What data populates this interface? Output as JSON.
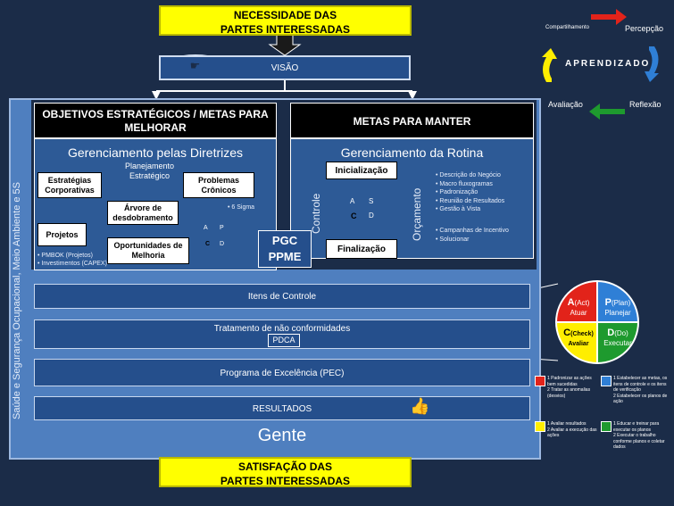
{
  "top_box": {
    "line1": "NECESSIDADE DAS",
    "line2": "PARTES INTERESSADAS"
  },
  "bottom_box": {
    "line1": "SATISFAÇÃO DAS",
    "line2": "PARTES INTERESSADAS"
  },
  "visao": "VISÃO",
  "side_label": "Saúde e Segurança Ocupacional, Meio Ambiente e 5S",
  "left_panel": {
    "title": "OBJETIVOS ESTRATÉGICOS / METAS PARA MELHORAR",
    "subtitle": "Gerenciamento pelas Diretrizes",
    "planejamento": "Planejamento Estratégico",
    "estrategias": "Estratégias Corporativas",
    "problemas": "Problemas Crônicos",
    "arvore": "Árvore de desdobramento",
    "projetos": "Projetos",
    "oportunidades": "Oportunidades de Melhoria",
    "seis_sigma": "• 6 Sigma",
    "pmbok": "• PMBOK (Projetos)",
    "investimentos": "• Investimentos (CAPEX)"
  },
  "right_panel": {
    "title": "METAS PARA MANTER",
    "subtitle": "Gerenciamento da Rotina",
    "inicializacao": "Inicialização",
    "finalizacao": "Finalização",
    "controle": "Controle",
    "orcamento": "Orçamento",
    "list1": [
      "Descrição do Negócio",
      "Macro fluxogramas",
      "Padronização",
      "Reunião de Resultados",
      "Gestão à Vista"
    ],
    "list2": [
      "Campanhas de Incentivo",
      "Solucionar"
    ]
  },
  "pgc": {
    "line1": "PGC",
    "line2": "PPME"
  },
  "bars": {
    "itens": "Itens de Controle",
    "tratamento": "Tratamento de não conformidades",
    "pdca": "PDCA",
    "pec": "Programa de Excelência (PEC)",
    "resultados": "RESULTADOS",
    "gente": "Gente"
  },
  "small_cycle": {
    "a": "A",
    "p": "P",
    "c": "C",
    "d": "D",
    "s": "S"
  },
  "cycle": {
    "compartilhamento": "Compartilhamento",
    "percepcao": "Percepção",
    "aprendizado": "APRENDIZADO",
    "avaliacao": "Avaliação",
    "reflexao": "Reflexão"
  },
  "big_pdca": {
    "a_letter": "A",
    "a_sub": "(Act)",
    "a_word": "Atuar",
    "p_letter": "P",
    "p_sub": "(Plan)",
    "p_word": "Planejar",
    "c_letter": "C",
    "c_sub": "(Check)",
    "c_word": "Avaliar",
    "d_letter": "D",
    "d_sub": "(Do)",
    "d_word": "Executar"
  },
  "legend": {
    "red": [
      "1 Padronizar as ações bem sucedidas",
      "2 Tratar as anomalias (desvios)"
    ],
    "blue": [
      "1 Estabelecer as metas, os itens de controle e os itens de verificação",
      "2 Estabelecer os planos de ação"
    ],
    "yellow": [
      "1 Avaliar resultados",
      "2 Avaliar a execução das ações"
    ],
    "green": [
      "1 Educar e treinar para executar os planos",
      "2 Executar o trabalho conforme planos e coletar dados"
    ]
  },
  "colors": {
    "red": "#e2231a",
    "blue": "#2f7fd6",
    "yellow": "#ffee00",
    "green": "#1e9a2e"
  }
}
